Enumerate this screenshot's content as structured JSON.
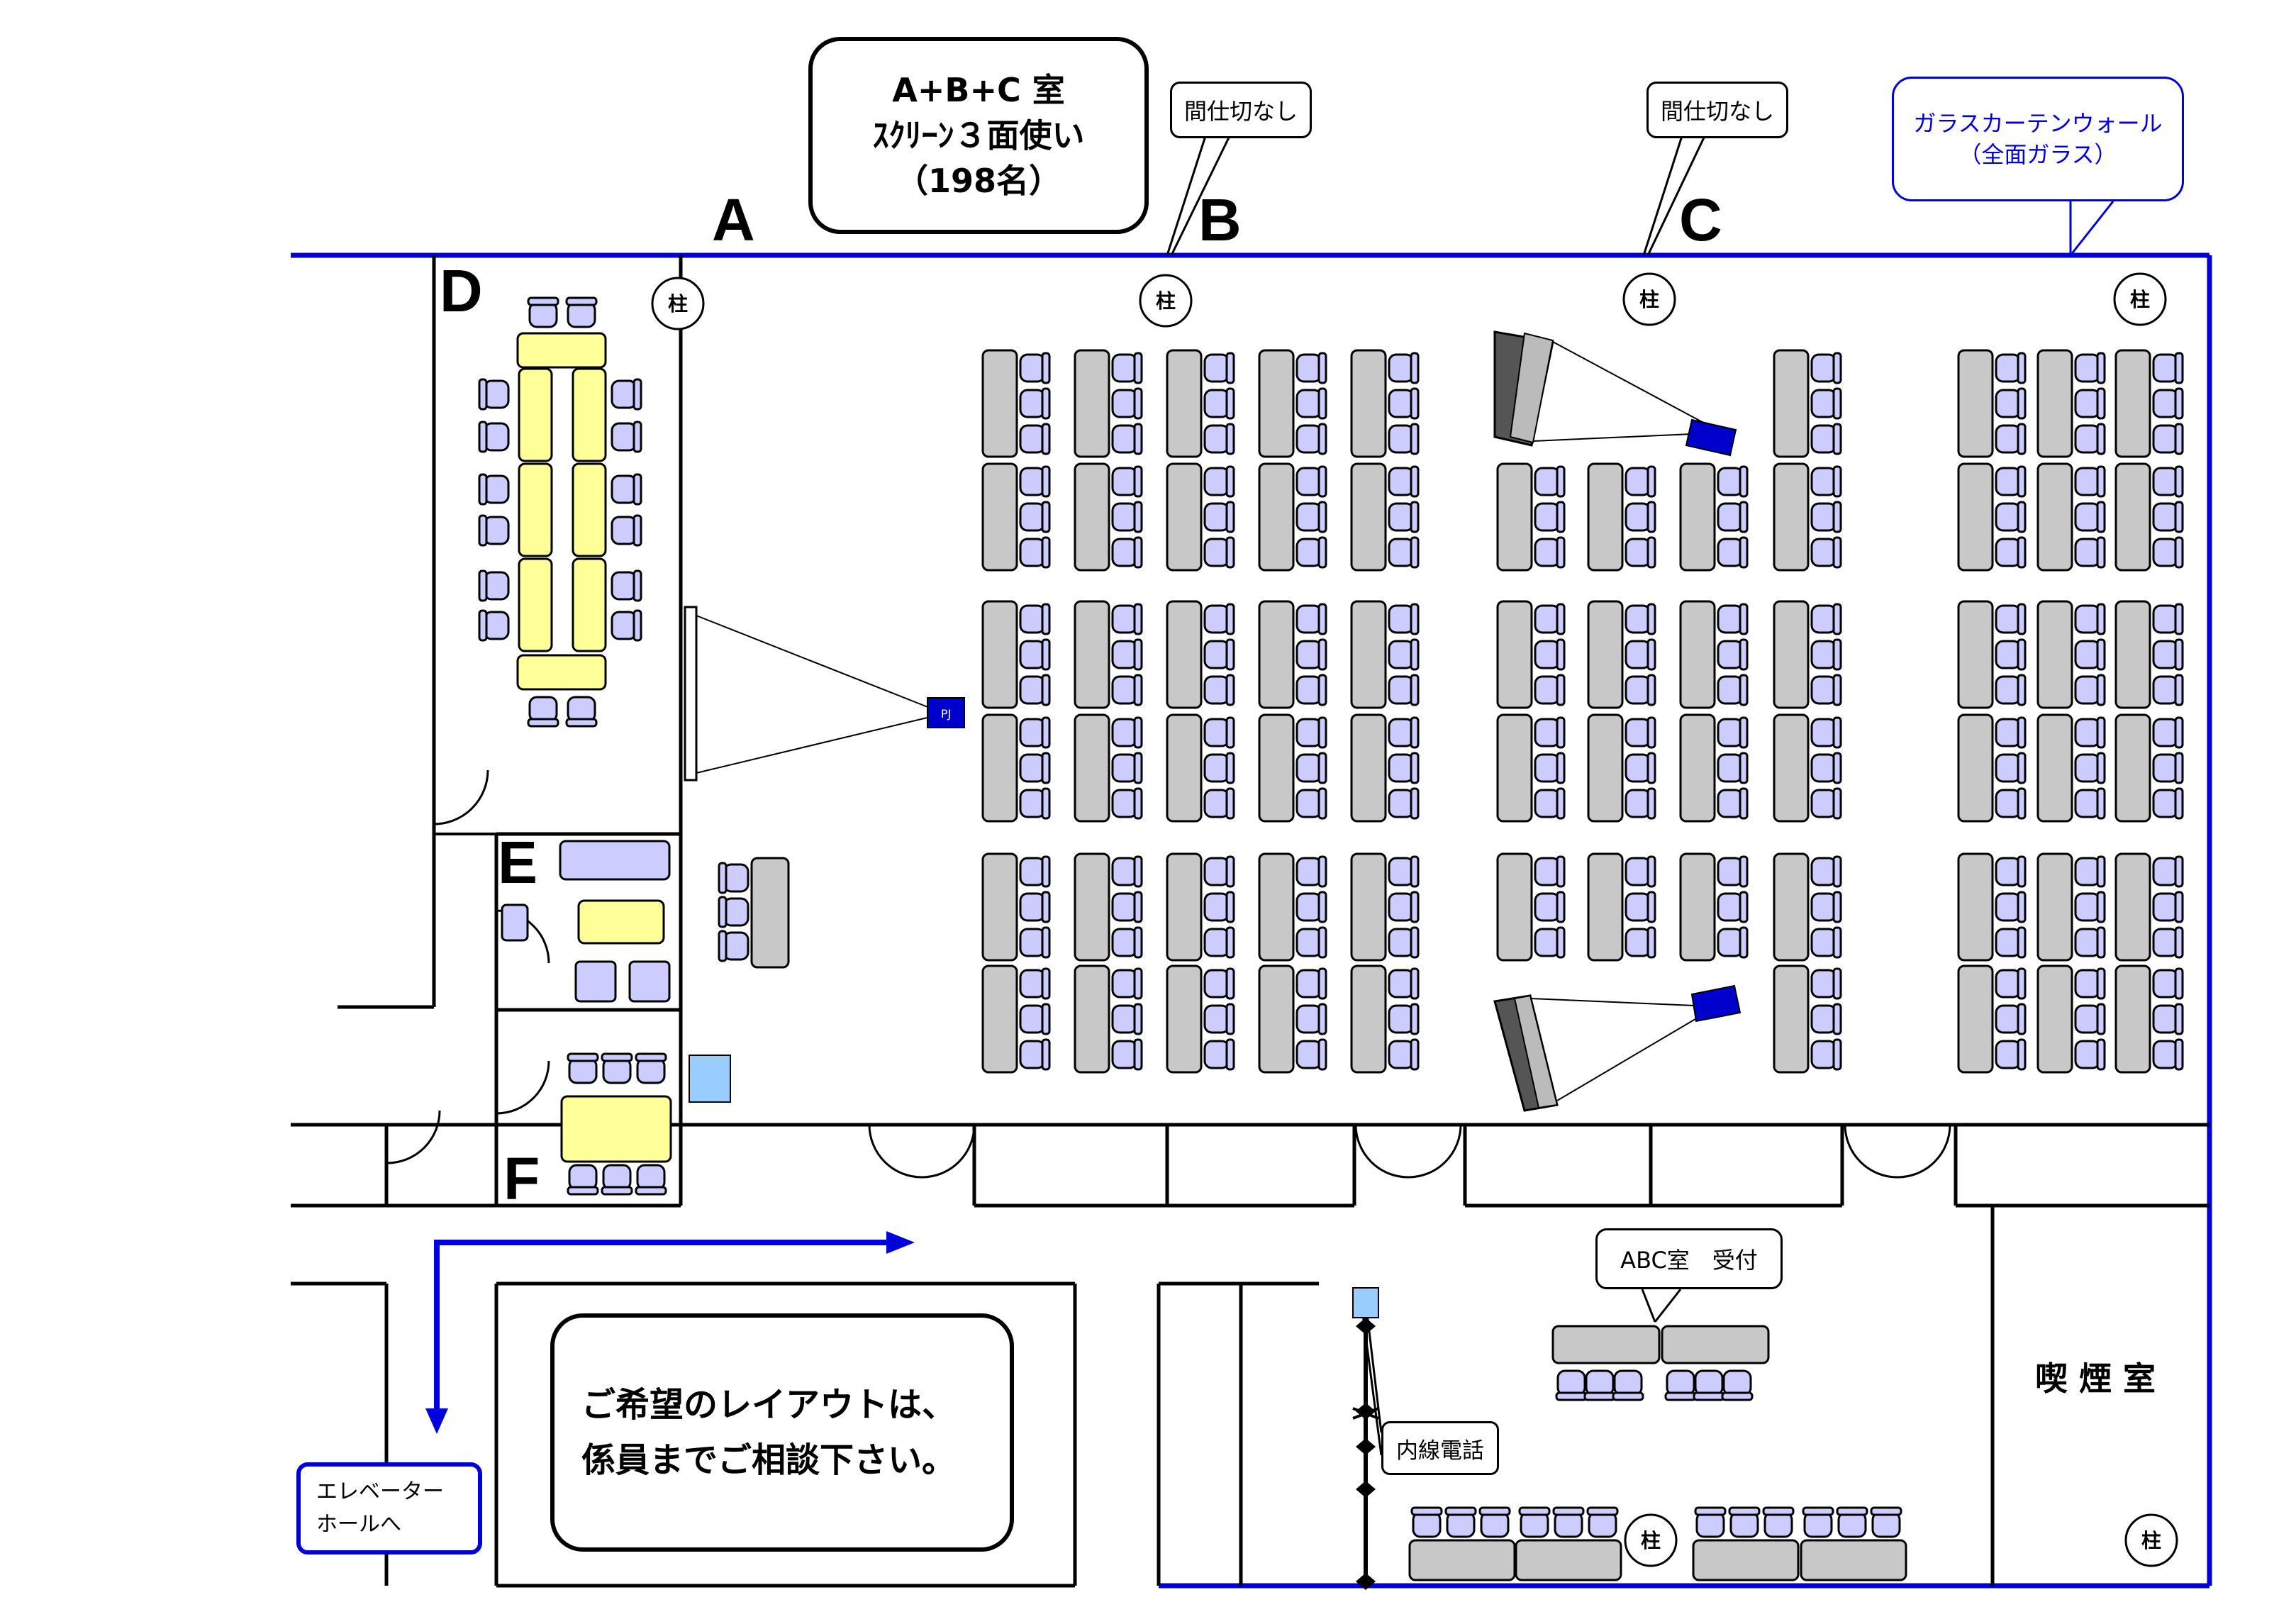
{
  "title_box": {
    "line1": "A+B+C 室",
    "line2": "ｽｸﾘｰﾝ３面使い",
    "line3": "（198名）"
  },
  "room_labels": {
    "a": "A",
    "b": "B",
    "c": "C",
    "d": "D",
    "e": "E",
    "f": "F"
  },
  "partition_note_b": "間仕切なし",
  "partition_note_c": "間仕切なし",
  "glass_wall": {
    "line1": "ガラスカーテンウォール",
    "line2": "（全面ガラス）"
  },
  "pillar_label": "柱",
  "projector_label": "PJ",
  "reception_label": "ABC室　受付",
  "phone_label": "内線電話",
  "smoking_room_label": "喫 煙 室",
  "elevator": {
    "line1": "エレベーター",
    "line2": "ホールへ"
  },
  "consult_note": {
    "line1": "ご希望のレイアウトは、",
    "line2": "係員までご相談下さい。"
  },
  "colors": {
    "wall_blue": "#0000dd",
    "seat_fill": "#ccccff",
    "table_gray": "#c8c8c8",
    "table_yellow": "#ffff99",
    "projector_blue": "#0000cc",
    "light_blue": "#99ccff"
  }
}
